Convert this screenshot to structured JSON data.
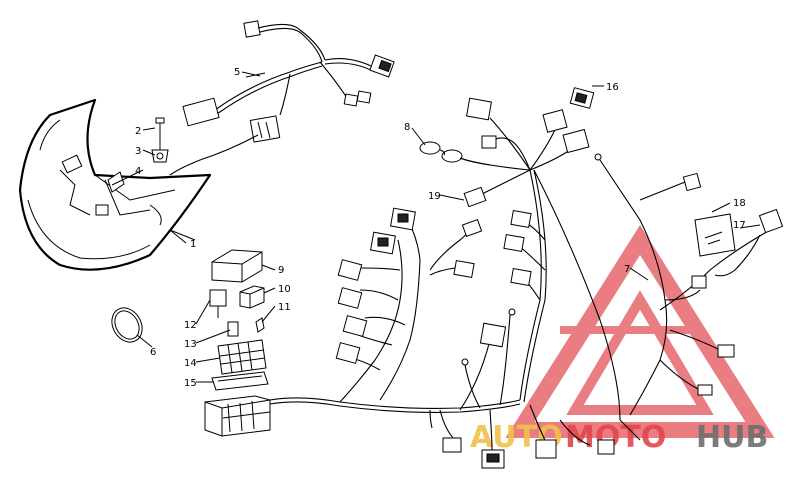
{
  "callouts": [
    "1",
    "2",
    "3",
    "4",
    "5",
    "6",
    "7",
    "8",
    "9",
    "10",
    "11",
    "12",
    "13",
    "14",
    "15",
    "16",
    "17",
    "18",
    "19"
  ],
  "watermark": {
    "part1": "AUTO",
    "part2": "MOTO",
    "part3": "HUB",
    "color_gold": "#F0C24A",
    "color_red": "#E2474C",
    "color_gray": "#6E6E6E"
  }
}
